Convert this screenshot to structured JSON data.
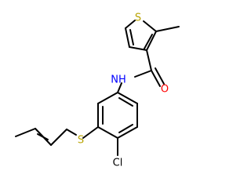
{
  "atoms": {
    "thiophene_sulfur": "S",
    "amide_oxygen": "O",
    "amide_nitrogen": "NH",
    "thioether_sulfur": "S",
    "chlorine": "Cl"
  },
  "colors": {
    "sulfur": "#b8a300",
    "oxygen": "#ff0000",
    "nitrogen": "#0000ff",
    "chlorine": "#000000",
    "bond": "#000000"
  }
}
